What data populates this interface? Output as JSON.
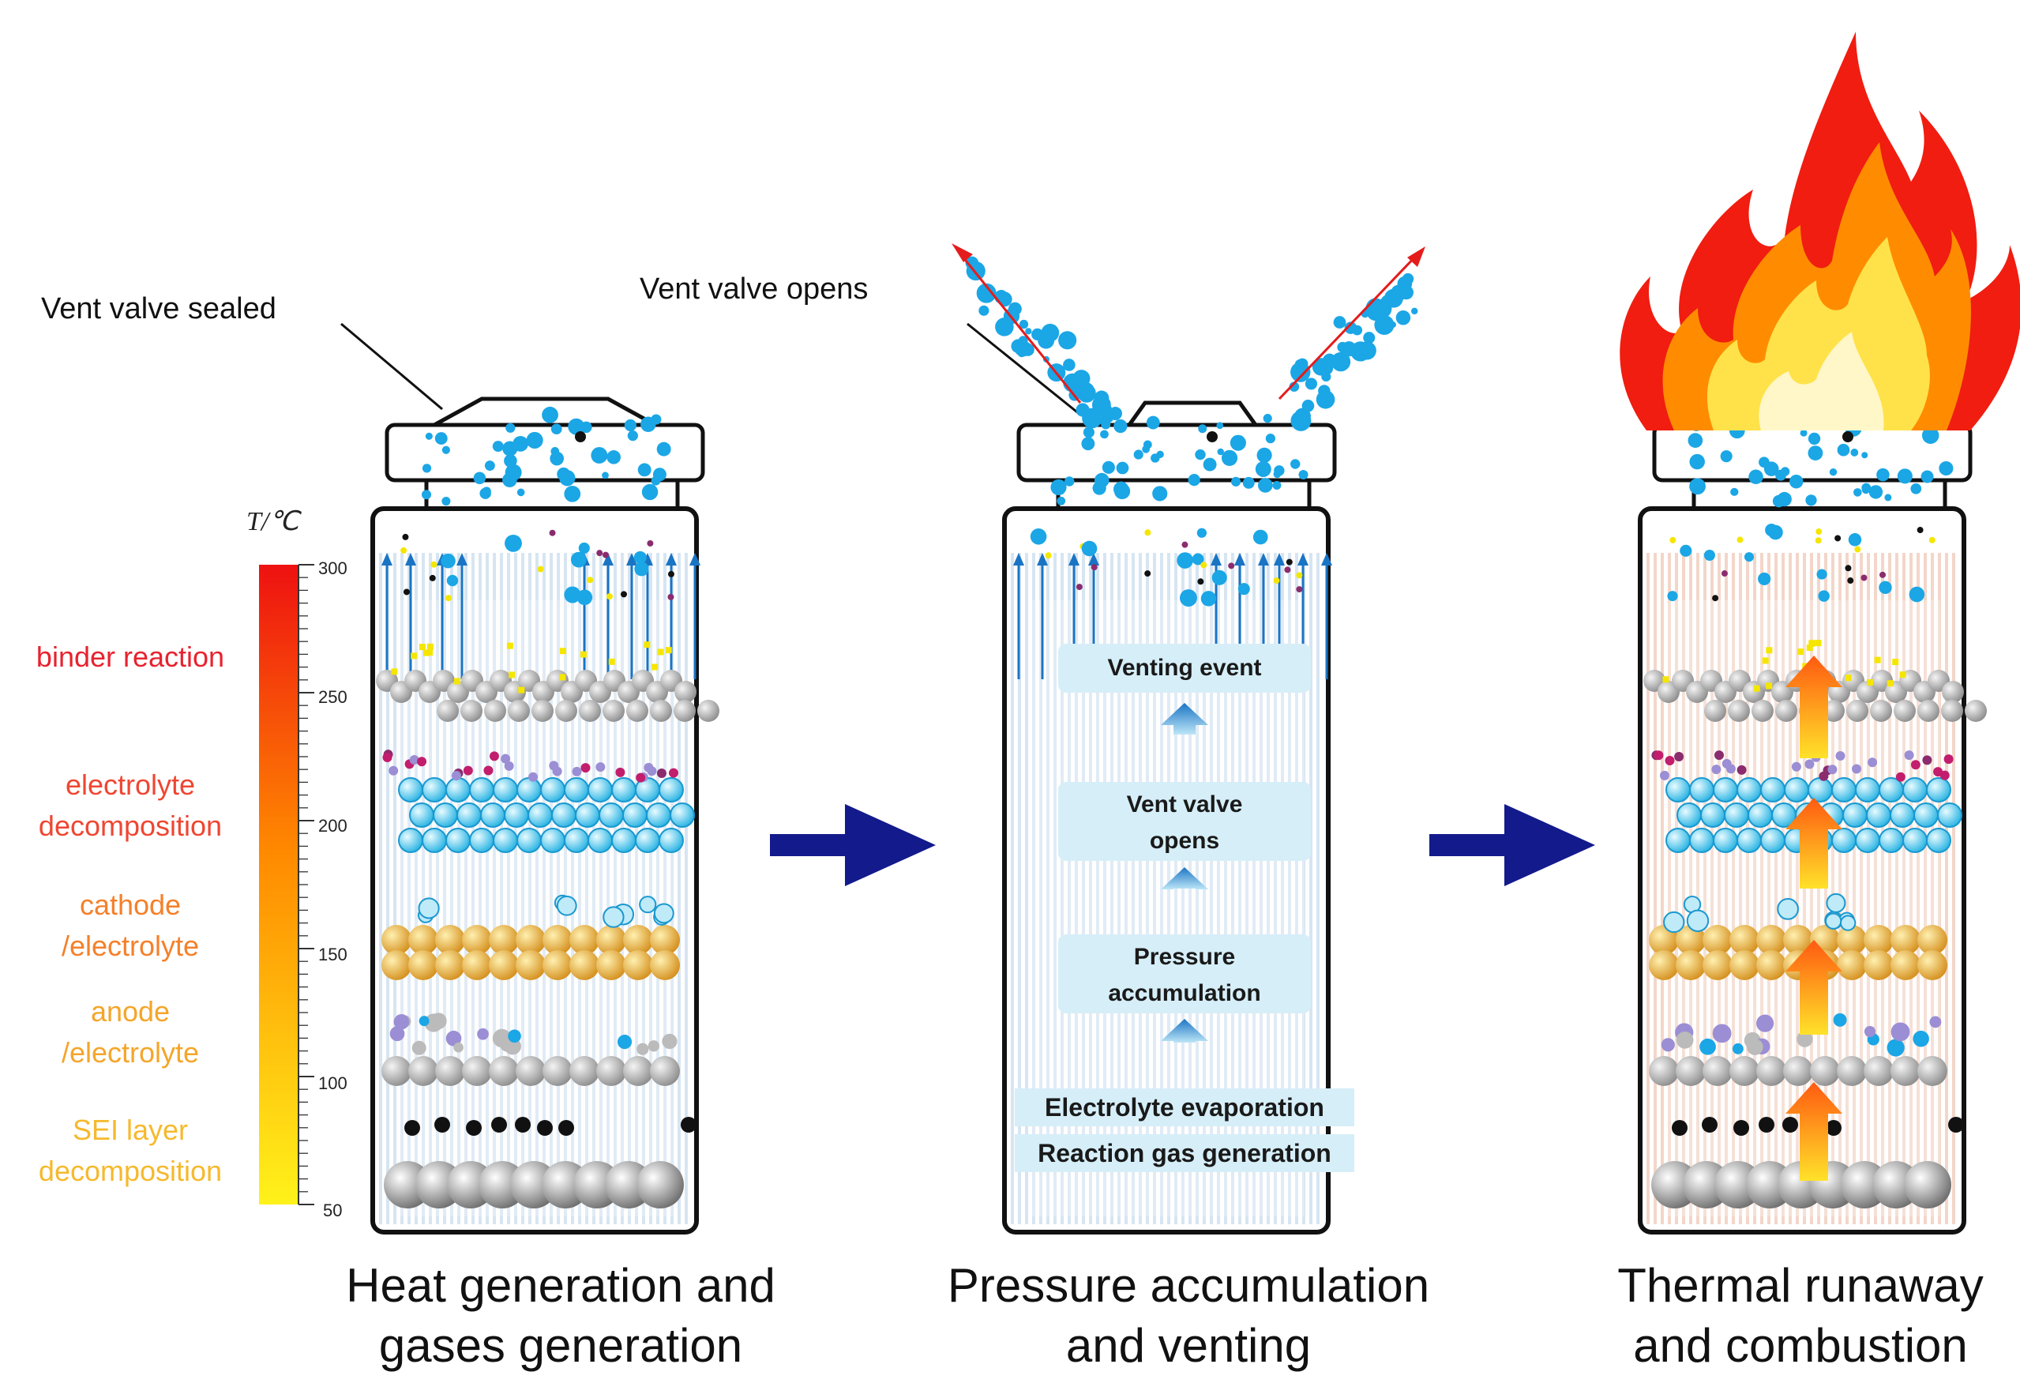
{
  "annotations": {
    "vent_sealed": "Vent valve sealed",
    "vent_opens": "Vent valve opens"
  },
  "temperature_scale": {
    "title": "T/℃",
    "ticks": [
      "300",
      "250",
      "200",
      "150",
      "100",
      "50"
    ],
    "colors": {
      "top": "#ee1111",
      "mid": "#ff8a00",
      "bottom": "#fff21a"
    }
  },
  "reaction_labels": [
    {
      "lines": [
        "binder reaction"
      ],
      "color": "#e8222f"
    },
    {
      "lines": [
        "electrolyte",
        "decomposition"
      ],
      "color": "#ef4632"
    },
    {
      "lines": [
        "cathode",
        "/electrolyte"
      ],
      "color": "#f5802a"
    },
    {
      "lines": [
        "anode",
        "/electrolyte"
      ],
      "color": "#f5a52a"
    },
    {
      "lines": [
        "SEI layer",
        "decomposition"
      ],
      "color": "#f6b92d"
    }
  ],
  "stages": [
    {
      "caption": [
        "Heat generation and",
        "gases generation"
      ]
    },
    {
      "caption": [
        "Pressure accumulation",
        "and venting"
      ]
    },
    {
      "caption": [
        "Thermal runaway",
        "and combustion"
      ]
    }
  ],
  "flow_steps": {
    "venting_event": [
      "Venting event"
    ],
    "vent_valve_opens": [
      "Vent valve",
      "opens"
    ],
    "pressure_accumulation": [
      "Pressure",
      "accumulation"
    ],
    "electrolyte_evaporation": "Electrolyte evaporation",
    "reaction_gas_generation": "Reaction gas generation"
  },
  "colors": {
    "stage_arrow": "#131a8c",
    "flow_arrow": "#1a74c4",
    "gas_bubble": "#1ba6e6",
    "graphite": "#9a9a9a",
    "nmc": "#e8a93a",
    "flame_outer": "#f01d10",
    "flame_mid": "#ff8c00",
    "flame_inner": "#ffe24a"
  }
}
